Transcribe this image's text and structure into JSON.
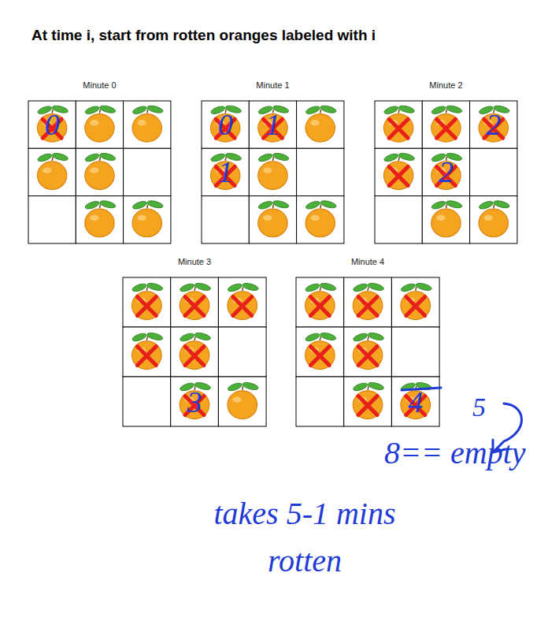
{
  "diagram": {
    "title": "At time i, start from rotten oranges labeled with i",
    "nodes": [
      {
        "text": [
          "Minute 0"
        ]
      },
      {
        "text": [
          "Minute 1"
        ]
      },
      {
        "text": [
          "Minute 2"
        ]
      },
      {
        "text": [
          "Minute 3"
        ]
      },
      {
        "text": [
          "Minute 4"
        ]
      }
    ],
    "labels": [
      "0",
      "0",
      "1",
      "1",
      "2",
      "2",
      "3",
      "4",
      "5",
      "8== empty",
      "takes 5-1 mins rotten"
    ]
  }
}
